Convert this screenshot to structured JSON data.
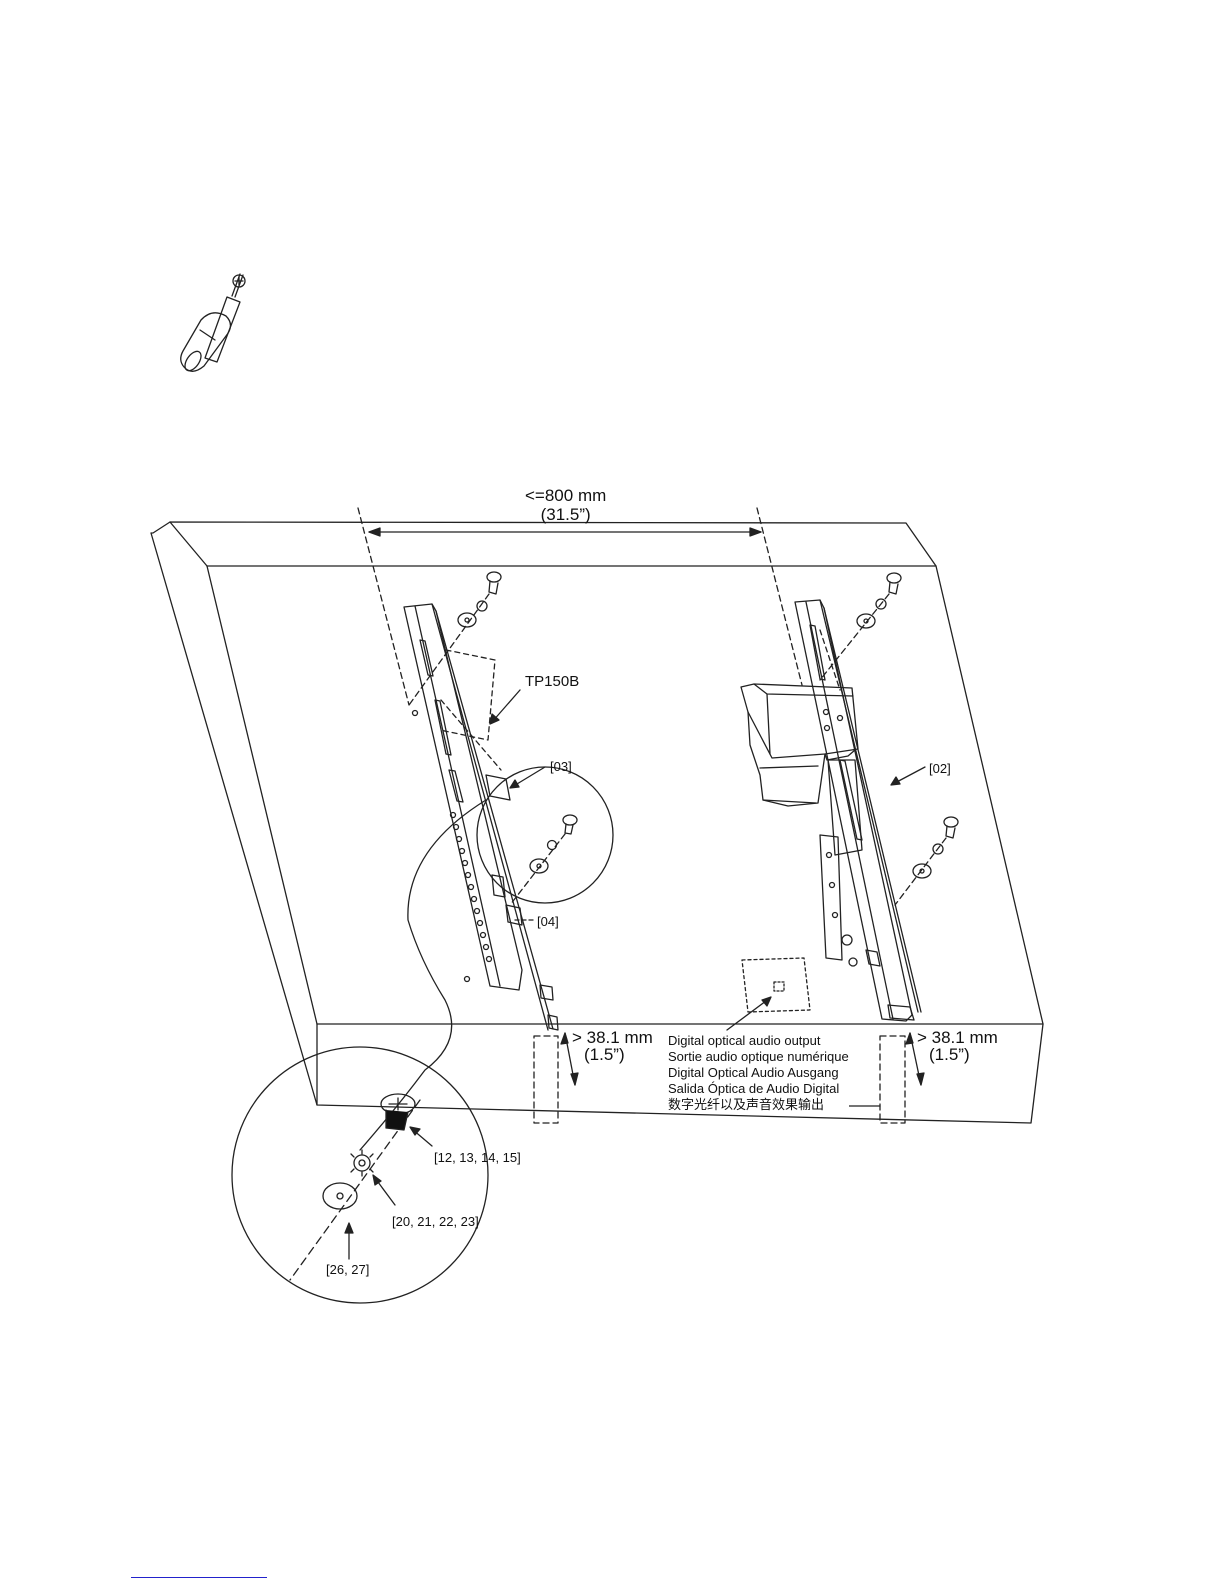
{
  "dimension": {
    "line1": "<=800 mm",
    "line2": "(31.5”)"
  },
  "labels": {
    "tp150b": "TP150B",
    "part_03": "[03]",
    "part_02": "[02]",
    "part_04": "[04]"
  },
  "clearance_left": {
    "line1": "> 38.1 mm",
    "line2": "(1.5”)"
  },
  "clearance_right": {
    "line1": "> 38.1 mm",
    "line2": "(1.5”)"
  },
  "optical_output": {
    "lines": [
      "Digital optical audio output",
      "Sortie audio optique numérique",
      "Digital Optical Audio Ausgang",
      "Salida Óptica de Audio Digital",
      "数字光纤以及声音效果输出"
    ]
  },
  "detail": {
    "screw": "[12, 13, 14, 15]",
    "lock_washer": "[20, 21, 22, 23]",
    "flat_washer": "[26, 27]"
  },
  "icons": [
    "phillips-screwdriver-icon",
    "phillips-symbol-icon"
  ],
  "colors": {
    "line": "#222222",
    "footer_rule": "#2222cc"
  }
}
